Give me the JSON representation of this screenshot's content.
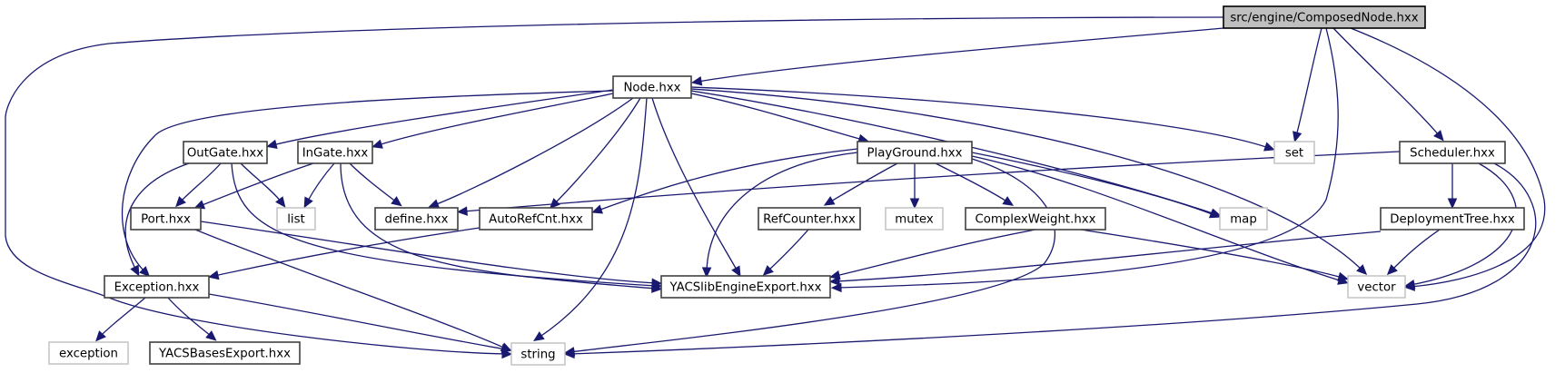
{
  "diagram": {
    "title": "src/engine/ComposedNode.hxx include dependency graph",
    "colors": {
      "edge": "#191970",
      "root_fill": "#bfbfbf",
      "node_border": "#404040",
      "external_border": "#bfbfbf"
    },
    "nodes": [
      {
        "id": "composednode",
        "label": "src/engine/ComposedNode.hxx",
        "kind": "root"
      },
      {
        "id": "node",
        "label": "Node.hxx",
        "kind": "local"
      },
      {
        "id": "outgate",
        "label": "OutGate.hxx",
        "kind": "local"
      },
      {
        "id": "ingate",
        "label": "InGate.hxx",
        "kind": "local"
      },
      {
        "id": "playground",
        "label": "PlayGround.hxx",
        "kind": "local"
      },
      {
        "id": "set",
        "label": "set",
        "kind": "external"
      },
      {
        "id": "scheduler",
        "label": "Scheduler.hxx",
        "kind": "local"
      },
      {
        "id": "port",
        "label": "Port.hxx",
        "kind": "local"
      },
      {
        "id": "list",
        "label": "list",
        "kind": "external"
      },
      {
        "id": "define",
        "label": "define.hxx",
        "kind": "local"
      },
      {
        "id": "autorefcnt",
        "label": "AutoRefCnt.hxx",
        "kind": "local"
      },
      {
        "id": "refcounter",
        "label": "RefCounter.hxx",
        "kind": "local"
      },
      {
        "id": "mutex",
        "label": "mutex",
        "kind": "external"
      },
      {
        "id": "complexweight",
        "label": "ComplexWeight.hxx",
        "kind": "local"
      },
      {
        "id": "map",
        "label": "map",
        "kind": "external"
      },
      {
        "id": "deploymenttree",
        "label": "DeploymentTree.hxx",
        "kind": "local"
      },
      {
        "id": "exception_hxx",
        "label": "Exception.hxx",
        "kind": "local"
      },
      {
        "id": "yacslib",
        "label": "YACSlibEngineExport.hxx",
        "kind": "local"
      },
      {
        "id": "vector",
        "label": "vector",
        "kind": "external"
      },
      {
        "id": "exception",
        "label": "exception",
        "kind": "external"
      },
      {
        "id": "yacsbases",
        "label": "YACSBasesExport.hxx",
        "kind": "local"
      },
      {
        "id": "string",
        "label": "string",
        "kind": "external"
      }
    ],
    "edges": [
      {
        "from": "composednode",
        "to": "node"
      },
      {
        "from": "composednode",
        "to": "string"
      },
      {
        "from": "composednode",
        "to": "set"
      },
      {
        "from": "composednode",
        "to": "yacslib"
      },
      {
        "from": "composednode",
        "to": "scheduler"
      },
      {
        "from": "composednode",
        "to": "vector"
      },
      {
        "from": "node",
        "to": "exception_hxx"
      },
      {
        "from": "node",
        "to": "outgate"
      },
      {
        "from": "node",
        "to": "ingate"
      },
      {
        "from": "node",
        "to": "define"
      },
      {
        "from": "node",
        "to": "autorefcnt"
      },
      {
        "from": "node",
        "to": "string"
      },
      {
        "from": "node",
        "to": "yacslib"
      },
      {
        "from": "node",
        "to": "playground"
      },
      {
        "from": "node",
        "to": "map"
      },
      {
        "from": "node",
        "to": "set"
      },
      {
        "from": "node",
        "to": "vector"
      },
      {
        "from": "outgate",
        "to": "port"
      },
      {
        "from": "outgate",
        "to": "list"
      },
      {
        "from": "outgate",
        "to": "exception_hxx"
      },
      {
        "from": "outgate",
        "to": "yacslib"
      },
      {
        "from": "ingate",
        "to": "port"
      },
      {
        "from": "ingate",
        "to": "list"
      },
      {
        "from": "ingate",
        "to": "define"
      },
      {
        "from": "ingate",
        "to": "yacslib"
      },
      {
        "from": "port",
        "to": "yacslib"
      },
      {
        "from": "port",
        "to": "string"
      },
      {
        "from": "autorefcnt",
        "to": "exception_hxx"
      },
      {
        "from": "playground",
        "to": "autorefcnt"
      },
      {
        "from": "playground",
        "to": "refcounter"
      },
      {
        "from": "playground",
        "to": "mutex"
      },
      {
        "from": "playground",
        "to": "complexweight"
      },
      {
        "from": "playground",
        "to": "map"
      },
      {
        "from": "playground",
        "to": "vector"
      },
      {
        "from": "playground",
        "to": "string"
      },
      {
        "from": "playground",
        "to": "yacslib"
      },
      {
        "from": "refcounter",
        "to": "yacslib"
      },
      {
        "from": "complexweight",
        "to": "yacslib"
      },
      {
        "from": "complexweight",
        "to": "vector"
      },
      {
        "from": "scheduler",
        "to": "define"
      },
      {
        "from": "scheduler",
        "to": "deploymenttree"
      },
      {
        "from": "scheduler",
        "to": "vector"
      },
      {
        "from": "scheduler",
        "to": "string"
      },
      {
        "from": "deploymenttree",
        "to": "yacslib"
      },
      {
        "from": "deploymenttree",
        "to": "vector"
      },
      {
        "from": "exception_hxx",
        "to": "exception"
      },
      {
        "from": "exception_hxx",
        "to": "yacsbases"
      },
      {
        "from": "exception_hxx",
        "to": "string"
      }
    ]
  }
}
